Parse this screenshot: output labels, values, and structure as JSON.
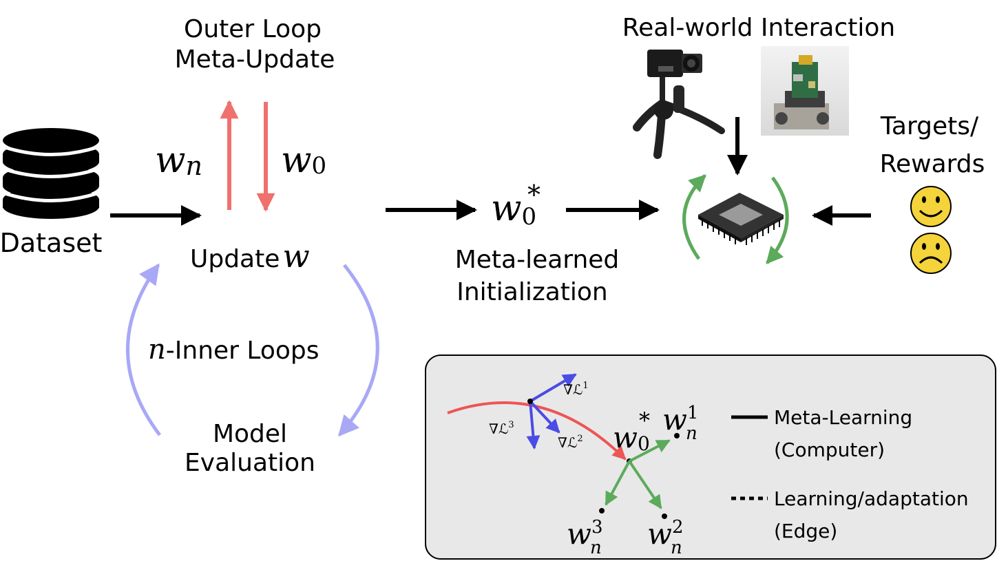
{
  "outer_loop": {
    "line1": "Outer Loop",
    "line2": "Meta-Update"
  },
  "weights": {
    "w_sym": "w",
    "n_sub": "n",
    "zero_sub": "0",
    "star": "*"
  },
  "dataset_label": "Dataset",
  "update_label": "Update",
  "meta_init": {
    "line1": "Meta-learned",
    "line2": "Initialization"
  },
  "inner_loops": {
    "n": "n",
    "rest": "-Inner Loops"
  },
  "model_eval": {
    "line1": "Model",
    "line2": "Evaluation"
  },
  "real_world_label": "Real-world Interaction",
  "targets": {
    "line1": "Targets/",
    "line2": "Rewards"
  },
  "legend": {
    "grad_symbol": "∇ℒ",
    "grad_sup1": "1",
    "grad_sup2": "2",
    "grad_sup3": "3",
    "sup1": "1",
    "sup2": "2",
    "sup3": "3",
    "solid_line1": "Meta-Learning",
    "solid_line2": "(Computer)",
    "dotted_line1": "Learning/adaptation",
    "dotted_line2": "(Edge)"
  },
  "colors": {
    "outer_arrow": "#f0706e",
    "inner_arrow": "#a9a8f6",
    "green": "#5caa5c",
    "blue_grad": "#4b4be6",
    "red_path": "#ee5555",
    "legend_bg": "#e8e8e8",
    "smiley": "#f5d33a"
  }
}
